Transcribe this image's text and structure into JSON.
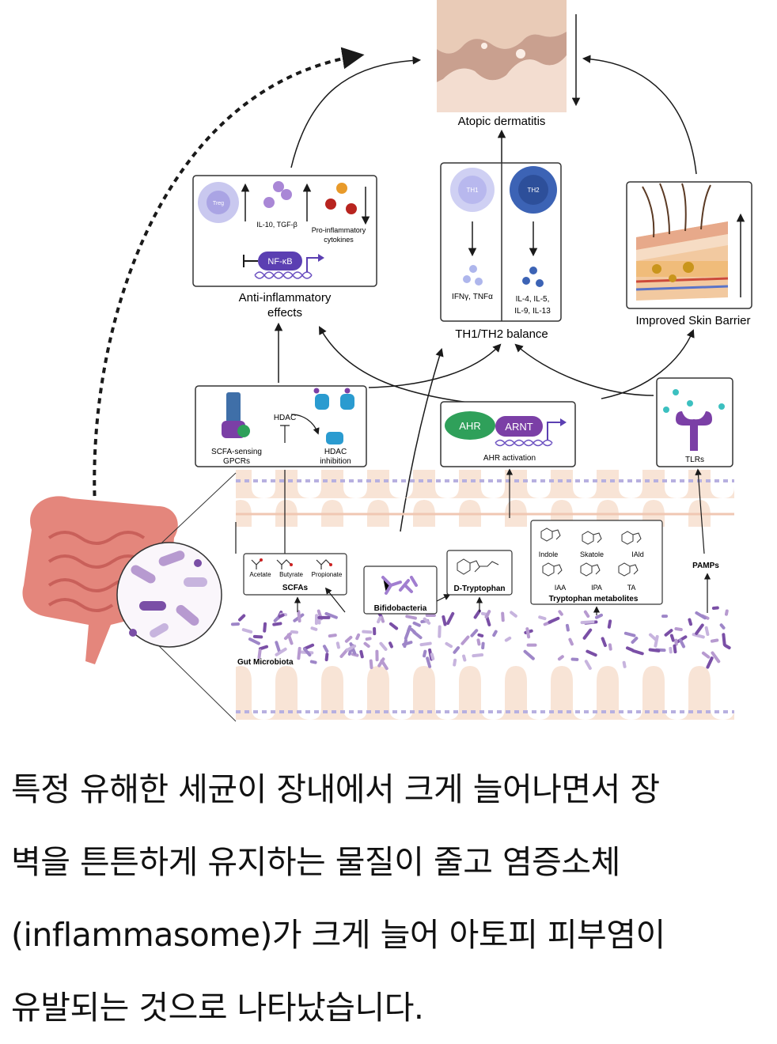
{
  "diagram": {
    "nodes": {
      "atopic": "Atopic dermatitis",
      "anti_inflammatory": {
        "title_line1": "Anti-inflammatory",
        "title_line2": "effects",
        "treg": "Treg",
        "il10": "IL-10, TGF-β",
        "proinf_line1": "Pro-inflammatory",
        "proinf_line2": "cytokines",
        "nfkb": "NF-κB"
      },
      "th_balance": {
        "title": "TH1/TH2 balance",
        "th1": "TH1",
        "th2": "TH2",
        "th1_cytokines": "IFNγ, TNFα",
        "th2_cytokines_line1": "IL-4, IL-5,",
        "th2_cytokines_line2": "IL-9, IL-13"
      },
      "skin_barrier": "Improved Skin Barrier",
      "gpcr": {
        "line1": "SCFA-sensing",
        "line2": "GPCRs"
      },
      "hdac": {
        "label": "HDAC",
        "inhib_line1": "HDAC",
        "inhib_line2": "inhibition"
      },
      "ahr": {
        "ahr": "AHR",
        "arnt": "ARNT",
        "caption": "AHR activation"
      },
      "tlrs": "TLRs",
      "scfas": {
        "title": "SCFAs",
        "acetate": "Acetate",
        "butyrate": "Butyrate",
        "propionate": "Propionate"
      },
      "bifido": "Bifidobacteria",
      "dtrp": "D-Tryptophan",
      "trp_metab": {
        "title": "Tryptophan metabolites",
        "indole": "Indole",
        "skatole": "Skatole",
        "iald": "IAld",
        "iaa": "IAA",
        "ipa": "IPA",
        "ta": "TA"
      },
      "pamps": "PAMPs",
      "gut_microbiota": "Gut Microbiota"
    }
  },
  "caption": {
    "line1": "특정 유해한 세균이 장내에서 크게 늘어나면서 장",
    "line2": "벽을 튼튼하게 유지하는 물질이 줄고 염증소체",
    "line3": "(inflammasome)가 크게 늘어 아토피 피부염이",
    "line4": "유발되는 것으로 나타났습니다."
  },
  "colors": {
    "skin": "#f4d9c8",
    "intestine": "#e4867c",
    "bacteria": "#b79ad0",
    "ahr": "#2fa05a",
    "nfkb": "#5b3fb2",
    "th1": "#c9c8ef",
    "th2": "#3c63b5"
  }
}
